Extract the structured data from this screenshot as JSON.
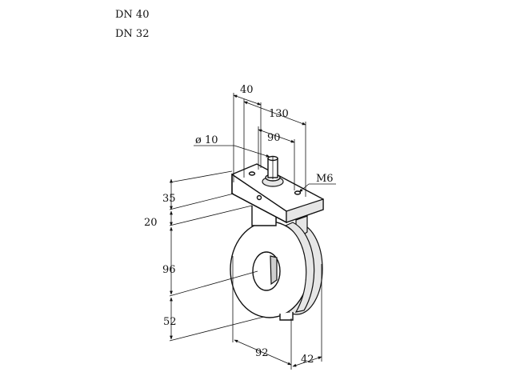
{
  "header": {
    "line1": "DN 40",
    "line2": "DN 32"
  },
  "dimensions": {
    "d40": "40",
    "d130": "130",
    "d90": "90",
    "dia10": "ø 10",
    "m6": "M6",
    "d35": "35",
    "d20": "20",
    "d96": "96",
    "d52": "52",
    "d92": "92",
    "d42": "42"
  }
}
